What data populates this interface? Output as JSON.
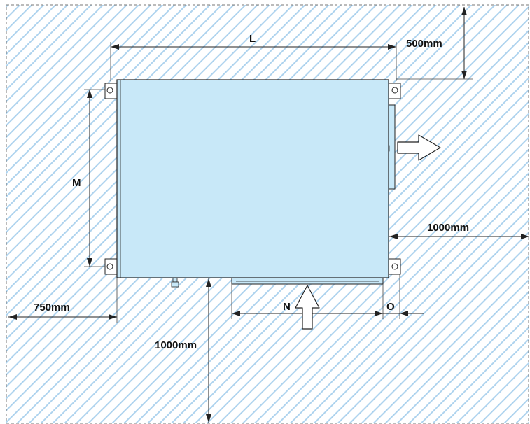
{
  "labels": {
    "length": "L",
    "depth": "M",
    "inlet_width": "N",
    "offset": "O",
    "clearance_top": "500mm",
    "clearance_right": "1000mm",
    "clearance_left": "750mm",
    "clearance_bottom": "1000mm"
  },
  "colors": {
    "unit_fill": "#c8e8f8",
    "hatch": "#aed3ee",
    "outline": "#222222",
    "border": "#777777"
  },
  "icons": {
    "air_outlet": "arrow-right-icon",
    "air_inlet": "arrow-up-icon"
  }
}
